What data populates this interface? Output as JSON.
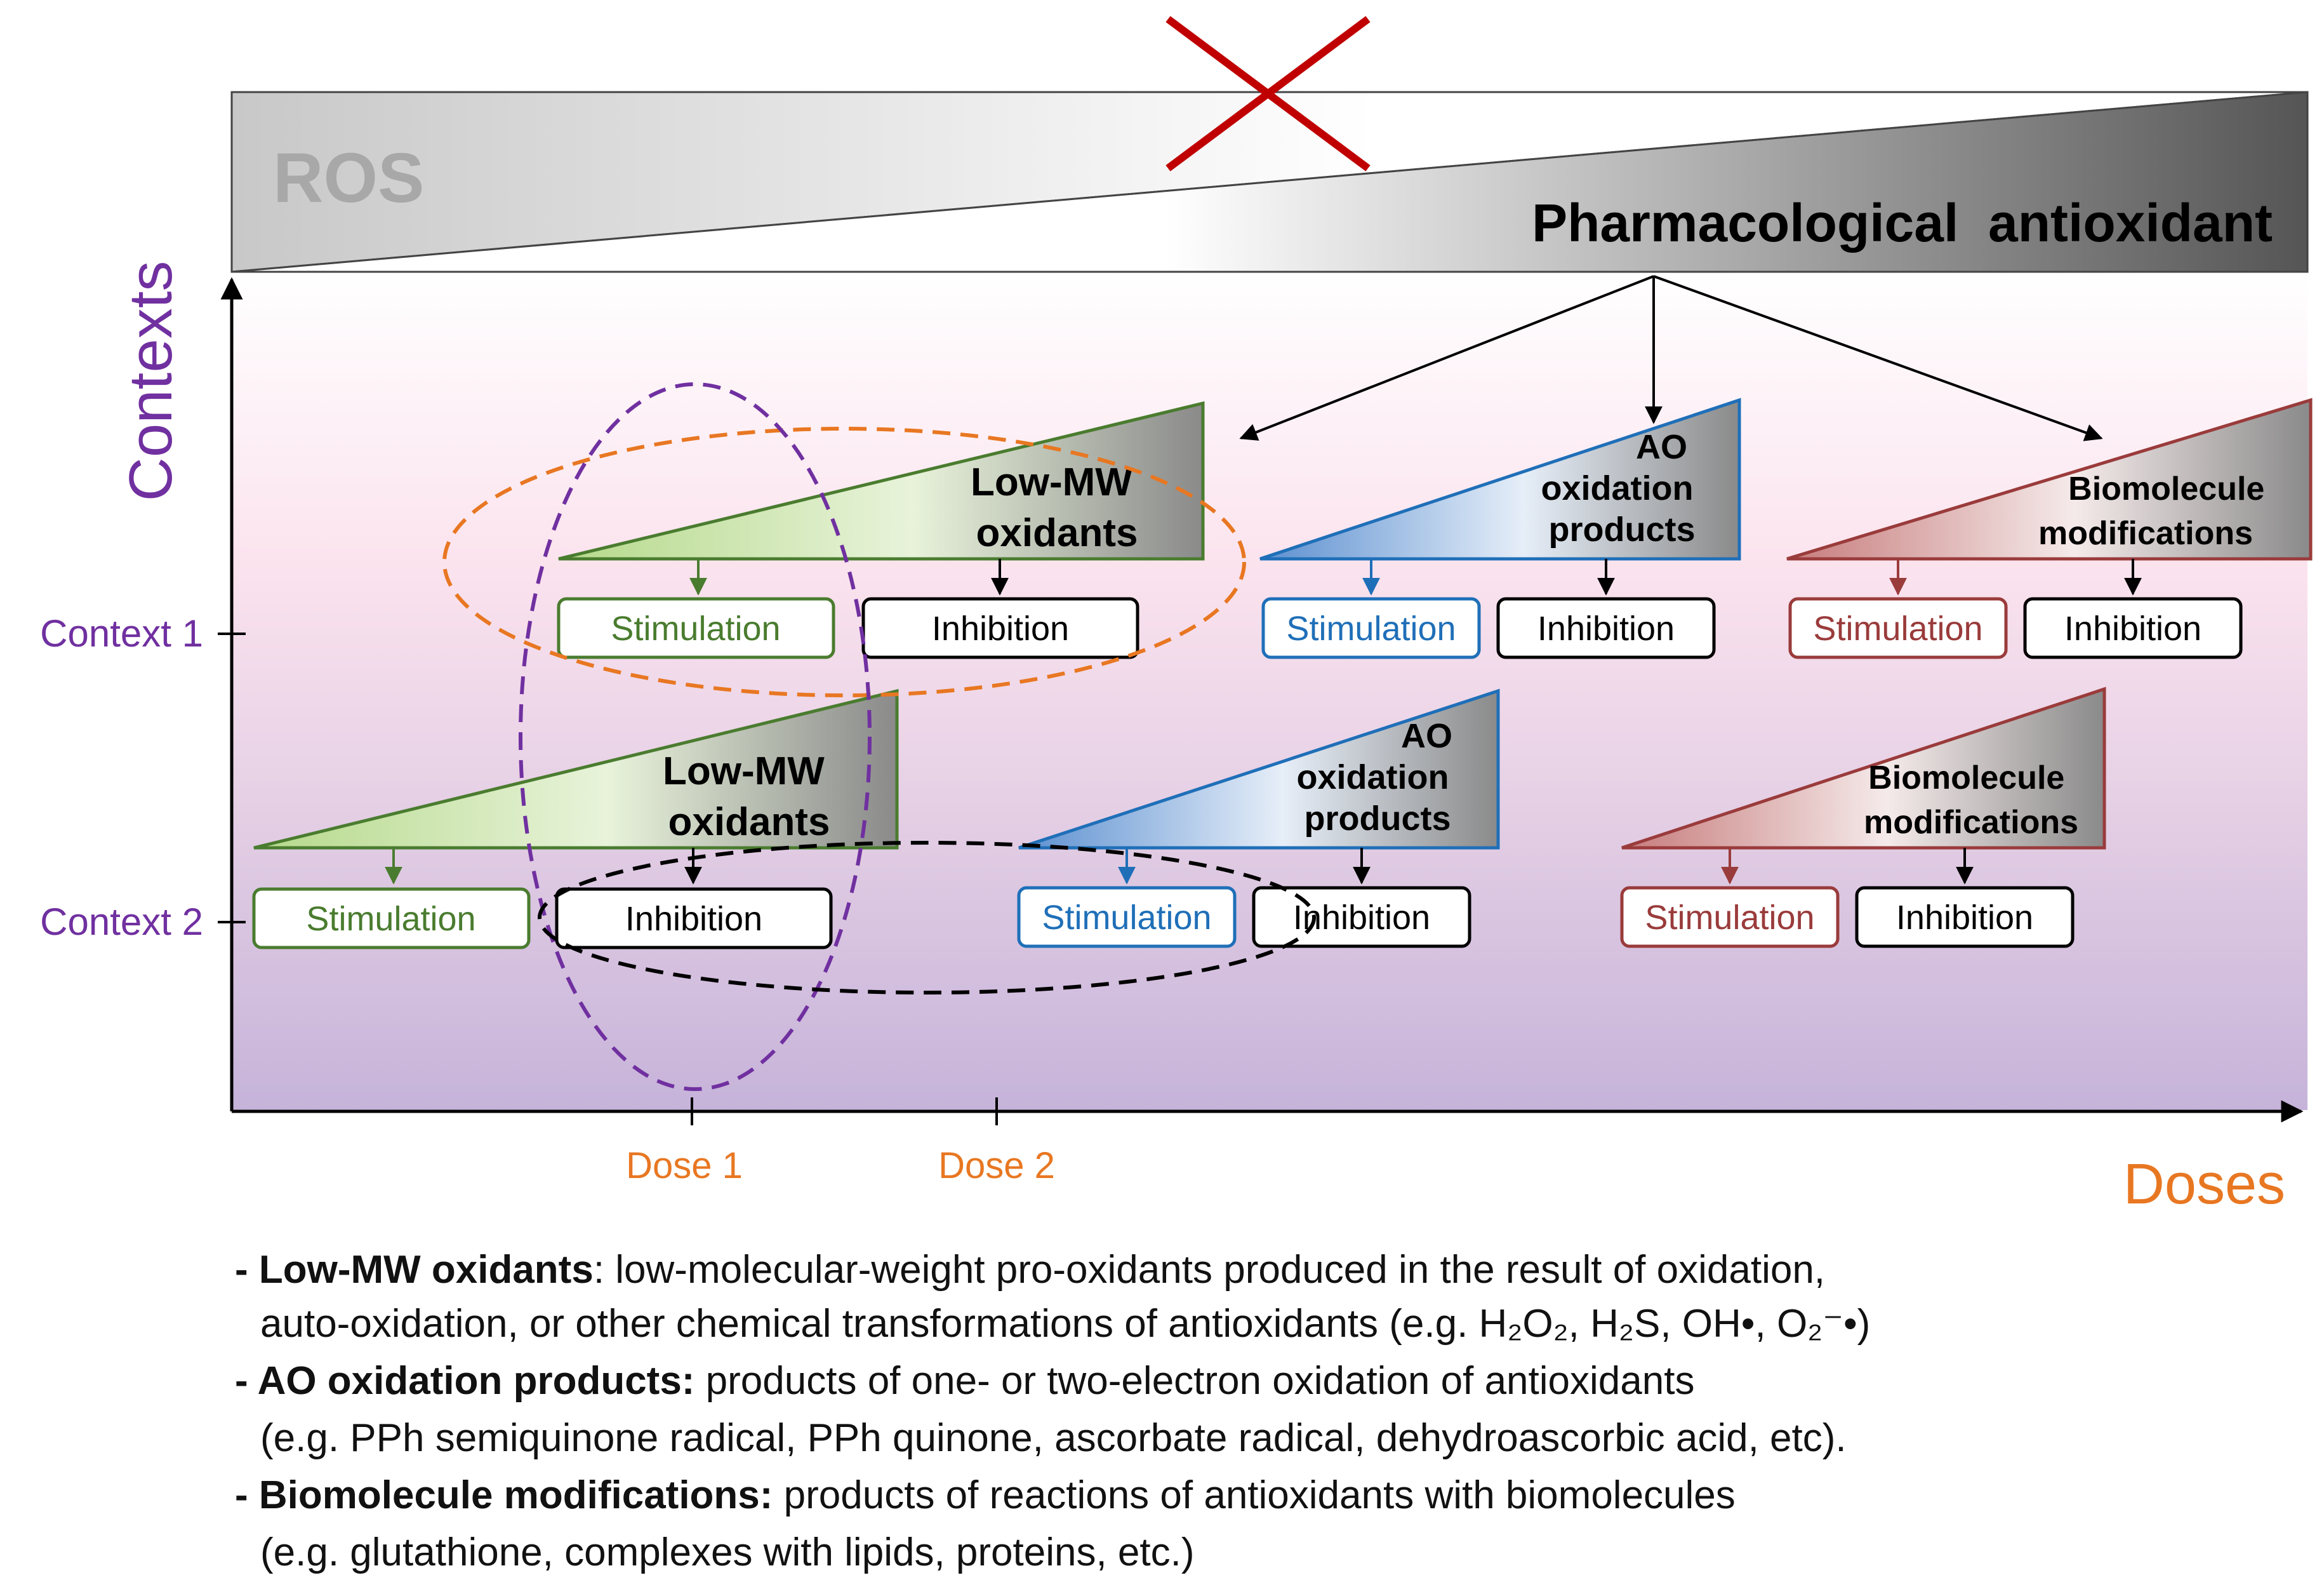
{
  "header": {
    "ros_label": "ROS",
    "antioxidant_label": "Pharmacological  antioxidant"
  },
  "axes": {
    "y_label": "Contexts",
    "x_label": "Doses",
    "context_ticks": [
      "Context 1",
      "Context 2"
    ],
    "dose_ticks": [
      "Dose 1",
      "Dose 2"
    ]
  },
  "groups": {
    "low_mw": {
      "title_line1": "Low-MW",
      "title_line2": "oxidants",
      "color": "#4a7c2f"
    },
    "ao": {
      "title_line1": "AO",
      "title_line2": "oxidation",
      "title_line3": "products",
      "color": "#1f6fb8"
    },
    "bio": {
      "title_line1": "Biomolecule",
      "title_line2": "modifications",
      "color": "#9a3b3b"
    }
  },
  "effects": {
    "stimulation": "Stimulation",
    "inhibition": "Inhibition"
  },
  "colors": {
    "context_purple": "#7030a0",
    "dose_orange": "#e87722",
    "cross_red": "#c00000",
    "green_box": "#4a7c2f",
    "blue_box": "#1f6fb8",
    "red_box": "#9a3b3b"
  },
  "notes": [
    {
      "bold": "- Low-MW oxidants",
      "text": ": low-molecular-weight pro-oxidants produced in the result of oxidation,"
    },
    {
      "bold": "",
      "text": "auto-oxidation, or other chemical transformations of antioxidants (e.g. H₂O₂, H₂S, OH•, O₂⁻•)"
    },
    {
      "bold": "- AO oxidation products:",
      "text": " products of one- or two-electron oxidation of antioxidants"
    },
    {
      "bold": "",
      "text": "(e.g. PPh semiquinone radical, PPh quinone, ascorbate radical, dehydroascorbic acid, etc)."
    },
    {
      "bold": "- Biomolecule modifications:",
      "text": " products of reactions of antioxidants with biomolecules"
    },
    {
      "bold": "",
      "text": "(e.g. glutathione, complexes with lipids, proteins, etc.)"
    }
  ]
}
